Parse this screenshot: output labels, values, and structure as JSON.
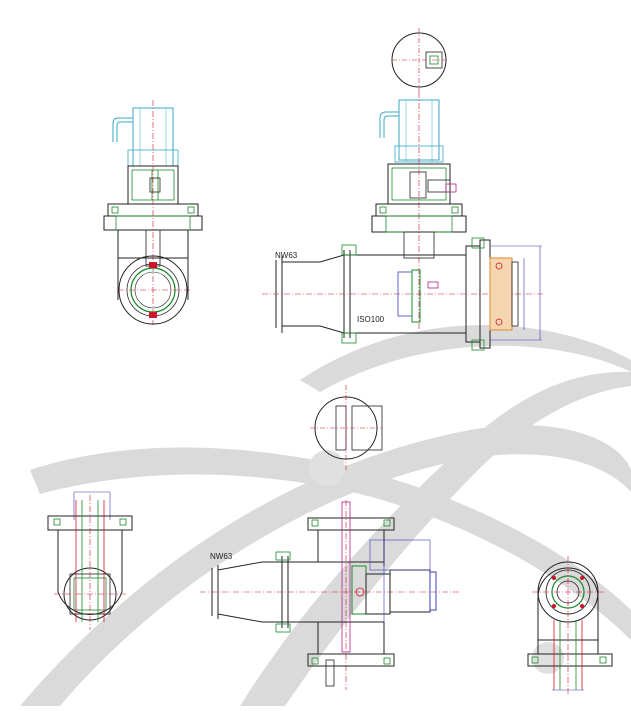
{
  "labels": {
    "nw63_top": "NW63",
    "iso100": "ISO100",
    "nw63_bottom": "NW63"
  },
  "colors": {
    "outline": "#222222",
    "part_green": "#1a8a2a",
    "centerline": "#d0142c",
    "motor_cyan": "#3aa8c8",
    "dimension": "#3c3cb8",
    "accent_magenta": "#b0208c",
    "window_orange": "#e08a30",
    "watermark_gray": "#b8b8b8"
  },
  "icons": {
    "watermark": "orbit-swoosh-logo",
    "detail_callouts": "circle-detail-view"
  }
}
